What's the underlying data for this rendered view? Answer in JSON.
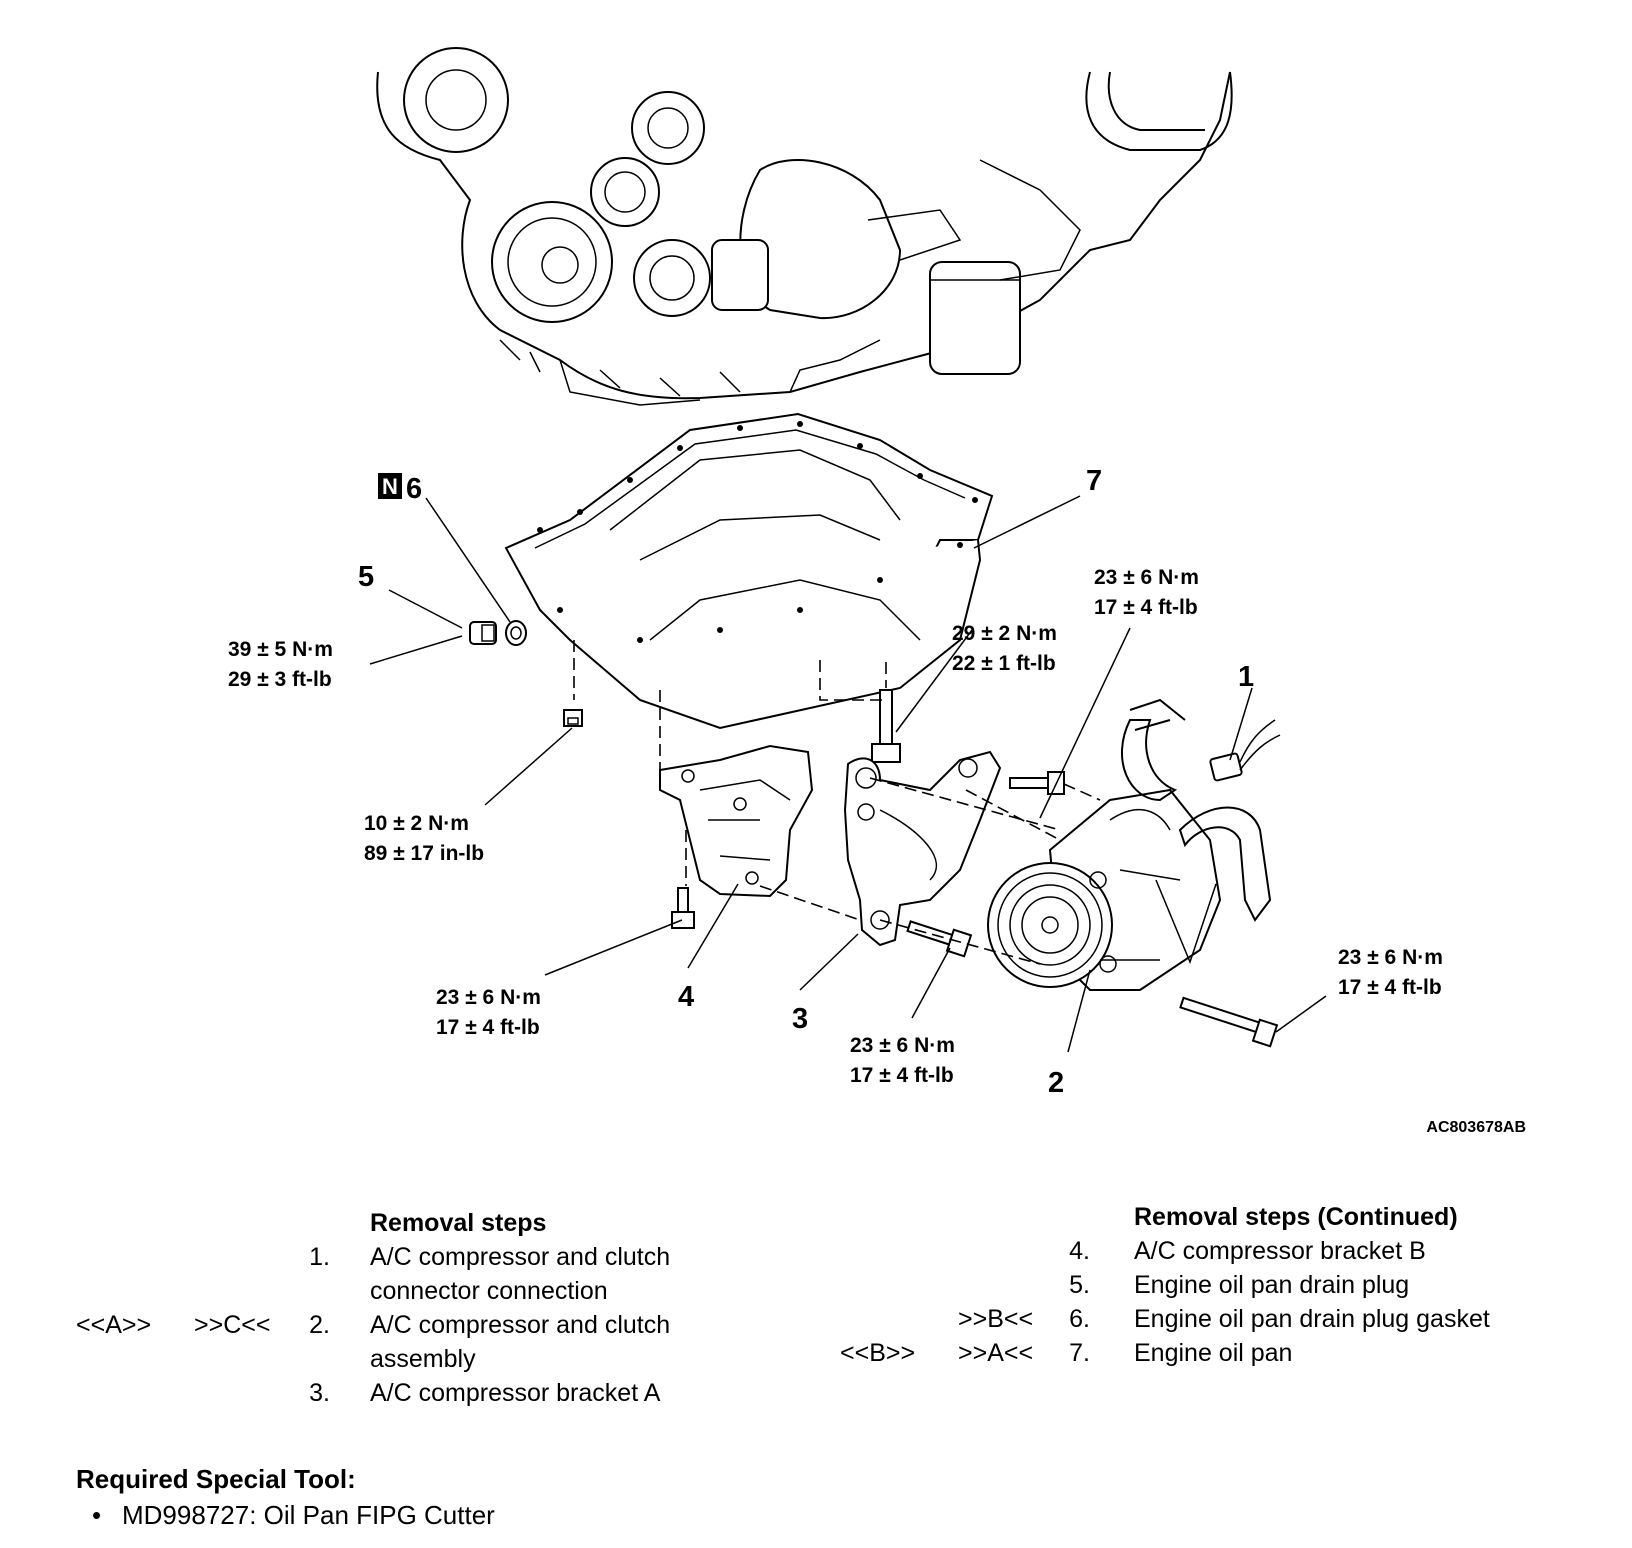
{
  "figure": {
    "figure_id": "AC803678AB",
    "callouts": {
      "c1": "1",
      "c2": "2",
      "c3": "3",
      "c4": "4",
      "c5": "5",
      "c6": "6",
      "c7": "7",
      "new_part_mark": "N"
    },
    "torques": {
      "drain_plug": {
        "nm": "39 ± 5 N·m",
        "ft": "29 ± 3 ft-lb"
      },
      "pan_bolt_small": {
        "nm": "10 ± 2 N·m",
        "in": "89 ± 17 in-lb"
      },
      "bracket_b_bolt": {
        "nm": "23 ± 6 N·m",
        "ft": "17 ± 4 ft-lb"
      },
      "bracket_a_bolt": {
        "nm": "23 ± 6 N·m",
        "ft": "17 ± 4 ft-lb"
      },
      "pan_bolt_large": {
        "nm": "29 ± 2 N·m",
        "ft": "22 ± 1 ft-lb"
      },
      "compressor_upper_bolt": {
        "nm": "23 ± 6 N·m",
        "ft": "17 ± 4 ft-lb"
      },
      "compressor_lower_bolt": {
        "nm": "23 ± 6 N·m",
        "ft": "17 ± 4 ft-lb"
      }
    }
  },
  "removal_steps": {
    "title": "Removal steps",
    "items": [
      {
        "mark_left": "",
        "mark_right": "",
        "num": "1.",
        "line1": "A/C compressor and clutch",
        "line2": "connector connection"
      },
      {
        "mark_left": "<<A>>",
        "mark_right": ">>C<<",
        "num": "2.",
        "line1": "A/C compressor and clutch",
        "line2": "assembly"
      },
      {
        "mark_left": "",
        "mark_right": "",
        "num": "3.",
        "line1": "A/C compressor bracket A",
        "line2": ""
      }
    ]
  },
  "removal_steps_continued": {
    "title": "Removal steps (Continued)",
    "items": [
      {
        "mark_left": "",
        "mark_right": "",
        "num": "4.",
        "text": "A/C compressor bracket B"
      },
      {
        "mark_left": "",
        "mark_right": "",
        "num": "5.",
        "text": "Engine oil pan drain plug"
      },
      {
        "mark_left": "",
        "mark_right": ">>B<<",
        "num": "6.",
        "text": "Engine oil pan drain plug gasket"
      },
      {
        "mark_left": "<<B>>",
        "mark_right": ">>A<<",
        "num": "7.",
        "text": "Engine oil pan"
      }
    ]
  },
  "special_tool": {
    "title": "Required Special Tool:",
    "items": [
      "MD998727: Oil Pan FIPG Cutter"
    ]
  }
}
